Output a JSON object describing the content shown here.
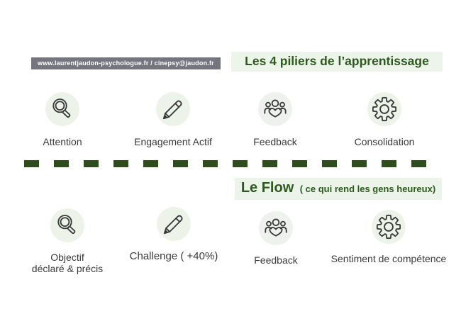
{
  "header": {
    "badge_text": "www.laurentjaudon-psychologue.fr / cinepsy@jaudon.fr",
    "title": "Les 4 piliers de l’apprentissage"
  },
  "flow_header": {
    "title": "Le Flow",
    "subtitle": "( ce qui rend les gens heureux)"
  },
  "pillars_row": {
    "items": [
      {
        "icon": "magnifier-icon",
        "label": "Attention"
      },
      {
        "icon": "pencil-icon",
        "label": "Engagement Actif"
      },
      {
        "icon": "group-icon",
        "label": "Feedback"
      },
      {
        "icon": "gear-icon",
        "label": "Consolidation"
      }
    ]
  },
  "flow_row": {
    "items": [
      {
        "icon": "magnifier-icon",
        "label": "Objectif",
        "label2": "déclaré & précis"
      },
      {
        "icon": "pencil-icon",
        "label": "Challenge ( +40%)"
      },
      {
        "icon": "group-icon",
        "label": "Feedback"
      },
      {
        "icon": "gear-icon",
        "label": "Sentiment de compétence"
      }
    ]
  },
  "colors": {
    "title_green": "#2d5a1e",
    "title_bg": "#edf4e9",
    "dash_green": "#2e4c1c",
    "badge_bg": "#74757e",
    "badge_text": "#ffffff",
    "icon_stroke": "#3a3a3a",
    "icon_circle_bg": "#edf3e9",
    "label_text": "#3a3a3a"
  }
}
